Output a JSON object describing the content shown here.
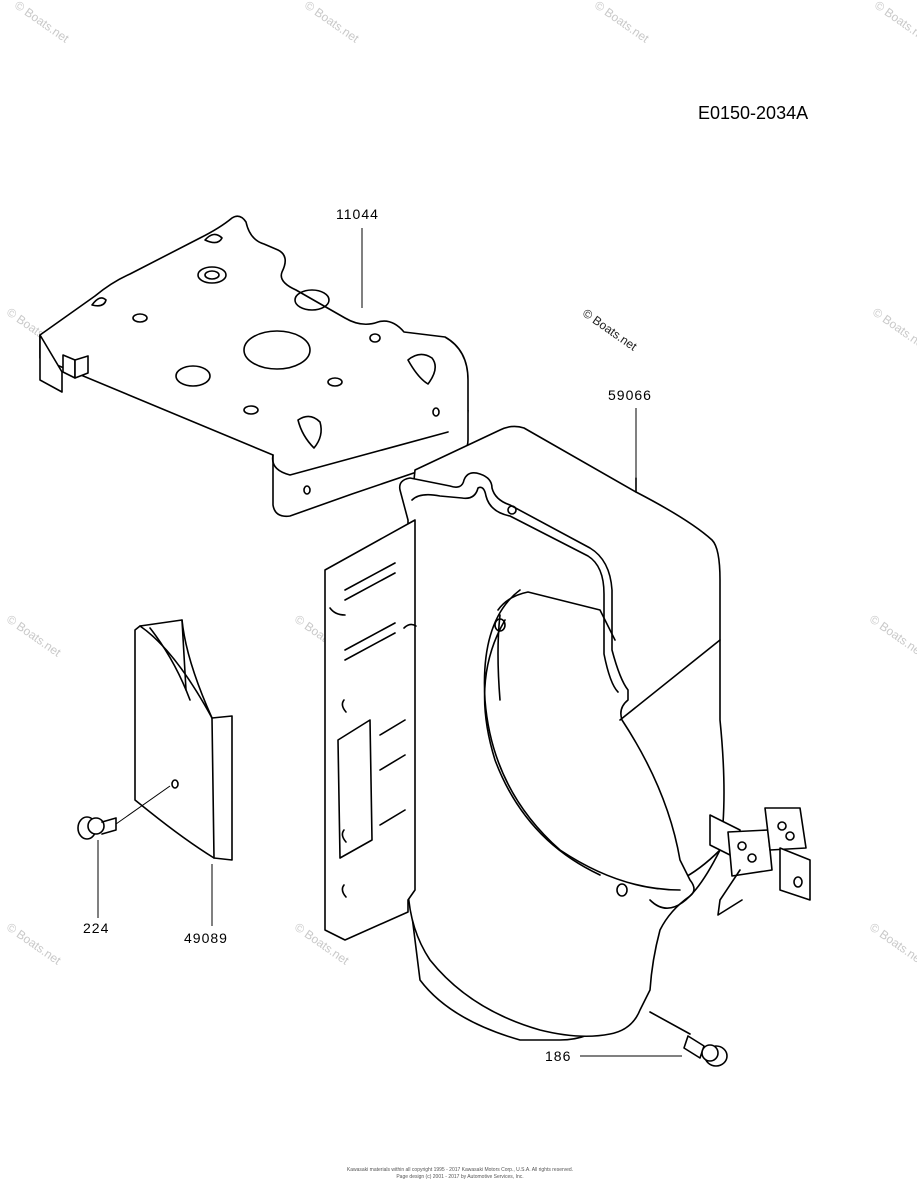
{
  "diagram_id": "E0150-2034A",
  "copyright_mark": "© Boats.net",
  "watermark_text": "© Boats.net",
  "footer_line1": "Kawasaki materials within all copyright 1995 - 2017 Kawasaki Motors Corp., U.S.A. All rights reserved.",
  "footer_line2": "Page design (c) 2001 - 2017 by Automotive Services, Inc.",
  "parts": {
    "plate": "11044",
    "shroud": "59066",
    "cover": "49089",
    "cover_bolt": "224",
    "shroud_bolt": "186"
  }
}
